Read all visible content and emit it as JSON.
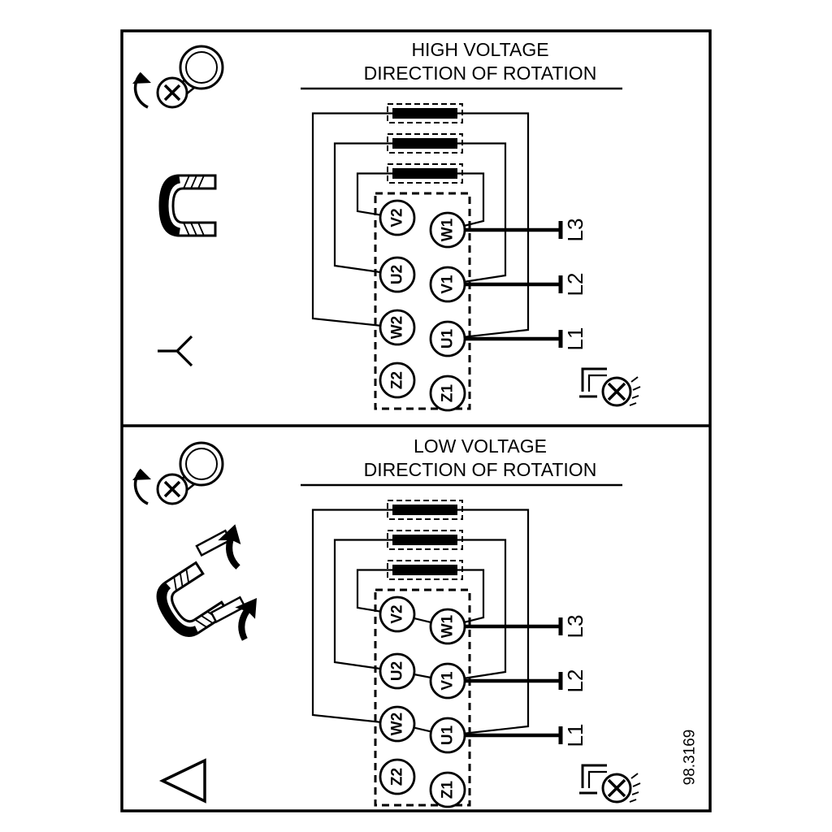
{
  "panels": [
    {
      "title": "HIGH VOLTAGE",
      "subtitle": "DIRECTION OF ROTATION",
      "connection_symbol": "star-connection-icon"
    },
    {
      "title": "LOW VOLTAGE",
      "subtitle": "DIRECTION OF ROTATION",
      "connection_symbol": "delta-connection-icon"
    }
  ],
  "terminal_block": {
    "left_column": [
      "V2",
      "U2",
      "W2",
      "Z2"
    ],
    "right_column": [
      "W1",
      "V1",
      "U1",
      "Z1"
    ]
  },
  "supply_lines": [
    "L3",
    "L2",
    "L1"
  ],
  "figure": {
    "number": "98.3169"
  },
  "icons": {
    "screw": "screw-with-rotation-arrow-icon",
    "jumper_link": "jumper-link-clip-icon",
    "ground": "ground-terminal-screw-icon",
    "removal_arrow": "curved-arrow-icon"
  },
  "colors": {
    "ink": "#000000",
    "background": "#ffffff"
  }
}
